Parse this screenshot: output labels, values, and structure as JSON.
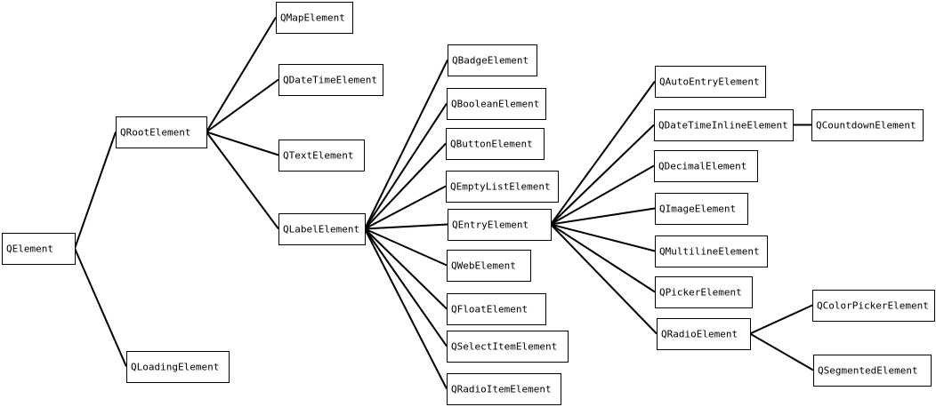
{
  "nodes": [
    {
      "id": "qelement",
      "label": "QElement"
    },
    {
      "id": "qrootelement",
      "label": "QRootElement"
    },
    {
      "id": "qloadingelement",
      "label": "QLoadingElement"
    },
    {
      "id": "qmapelement",
      "label": "QMapElement"
    },
    {
      "id": "qdatetimeelement",
      "label": "QDateTimeElement"
    },
    {
      "id": "qtextelement",
      "label": "QTextElement"
    },
    {
      "id": "qlabelelement",
      "label": "QLabelElement"
    },
    {
      "id": "qbadgeelement",
      "label": "QBadgeElement"
    },
    {
      "id": "qbooleanelement",
      "label": "QBooleanElement"
    },
    {
      "id": "qbuttonelement",
      "label": "QButtonElement"
    },
    {
      "id": "qemptylistelement",
      "label": "QEmptyListElement"
    },
    {
      "id": "qentryelement",
      "label": "QEntryElement"
    },
    {
      "id": "qwebelement",
      "label": "QWebElement"
    },
    {
      "id": "qfloatelement",
      "label": "QFloatElement"
    },
    {
      "id": "qselectitemelement",
      "label": "QSelectItemElement"
    },
    {
      "id": "qradioitemelement",
      "label": "QRadioItemElement"
    },
    {
      "id": "qautoentryelement",
      "label": "QAutoEntryElement"
    },
    {
      "id": "qdatetimeinlineelement",
      "label": "QDateTimeInlineElement"
    },
    {
      "id": "qcountdownelement",
      "label": "QCountdownElement"
    },
    {
      "id": "qdecimalelement",
      "label": "QDecimalElement"
    },
    {
      "id": "qimageelement",
      "label": "QImageElement"
    },
    {
      "id": "qmultilineelement",
      "label": "QMultilineElement"
    },
    {
      "id": "qpickerelement",
      "label": "QPickerElement"
    },
    {
      "id": "qradioelement",
      "label": "QRadioElement"
    },
    {
      "id": "qcolorpickerelement",
      "label": "QColorPickerElement"
    },
    {
      "id": "qsegmentedelement",
      "label": "QSegmentedElement"
    }
  ],
  "edges": [
    [
      "qelement",
      "qrootelement"
    ],
    [
      "qelement",
      "qloadingelement"
    ],
    [
      "qrootelement",
      "qmapelement"
    ],
    [
      "qrootelement",
      "qdatetimeelement"
    ],
    [
      "qrootelement",
      "qtextelement"
    ],
    [
      "qrootelement",
      "qlabelelement"
    ],
    [
      "qlabelelement",
      "qbadgeelement"
    ],
    [
      "qlabelelement",
      "qbooleanelement"
    ],
    [
      "qlabelelement",
      "qbuttonelement"
    ],
    [
      "qlabelelement",
      "qemptylistelement"
    ],
    [
      "qlabelelement",
      "qentryelement"
    ],
    [
      "qlabelelement",
      "qwebelement"
    ],
    [
      "qlabelelement",
      "qfloatelement"
    ],
    [
      "qlabelelement",
      "qselectitemelement"
    ],
    [
      "qlabelelement",
      "qradioitemelement"
    ],
    [
      "qentryelement",
      "qautoentryelement"
    ],
    [
      "qentryelement",
      "qdatetimeinlineelement"
    ],
    [
      "qentryelement",
      "qdecimalelement"
    ],
    [
      "qentryelement",
      "qimageelement"
    ],
    [
      "qentryelement",
      "qmultilineelement"
    ],
    [
      "qentryelement",
      "qpickerelement"
    ],
    [
      "qentryelement",
      "qradioelement"
    ],
    [
      "qdatetimeinlineelement",
      "qcountdownelement"
    ],
    [
      "qradioelement",
      "qcolorpickerelement"
    ],
    [
      "qradioelement",
      "qsegmentedelement"
    ]
  ]
}
